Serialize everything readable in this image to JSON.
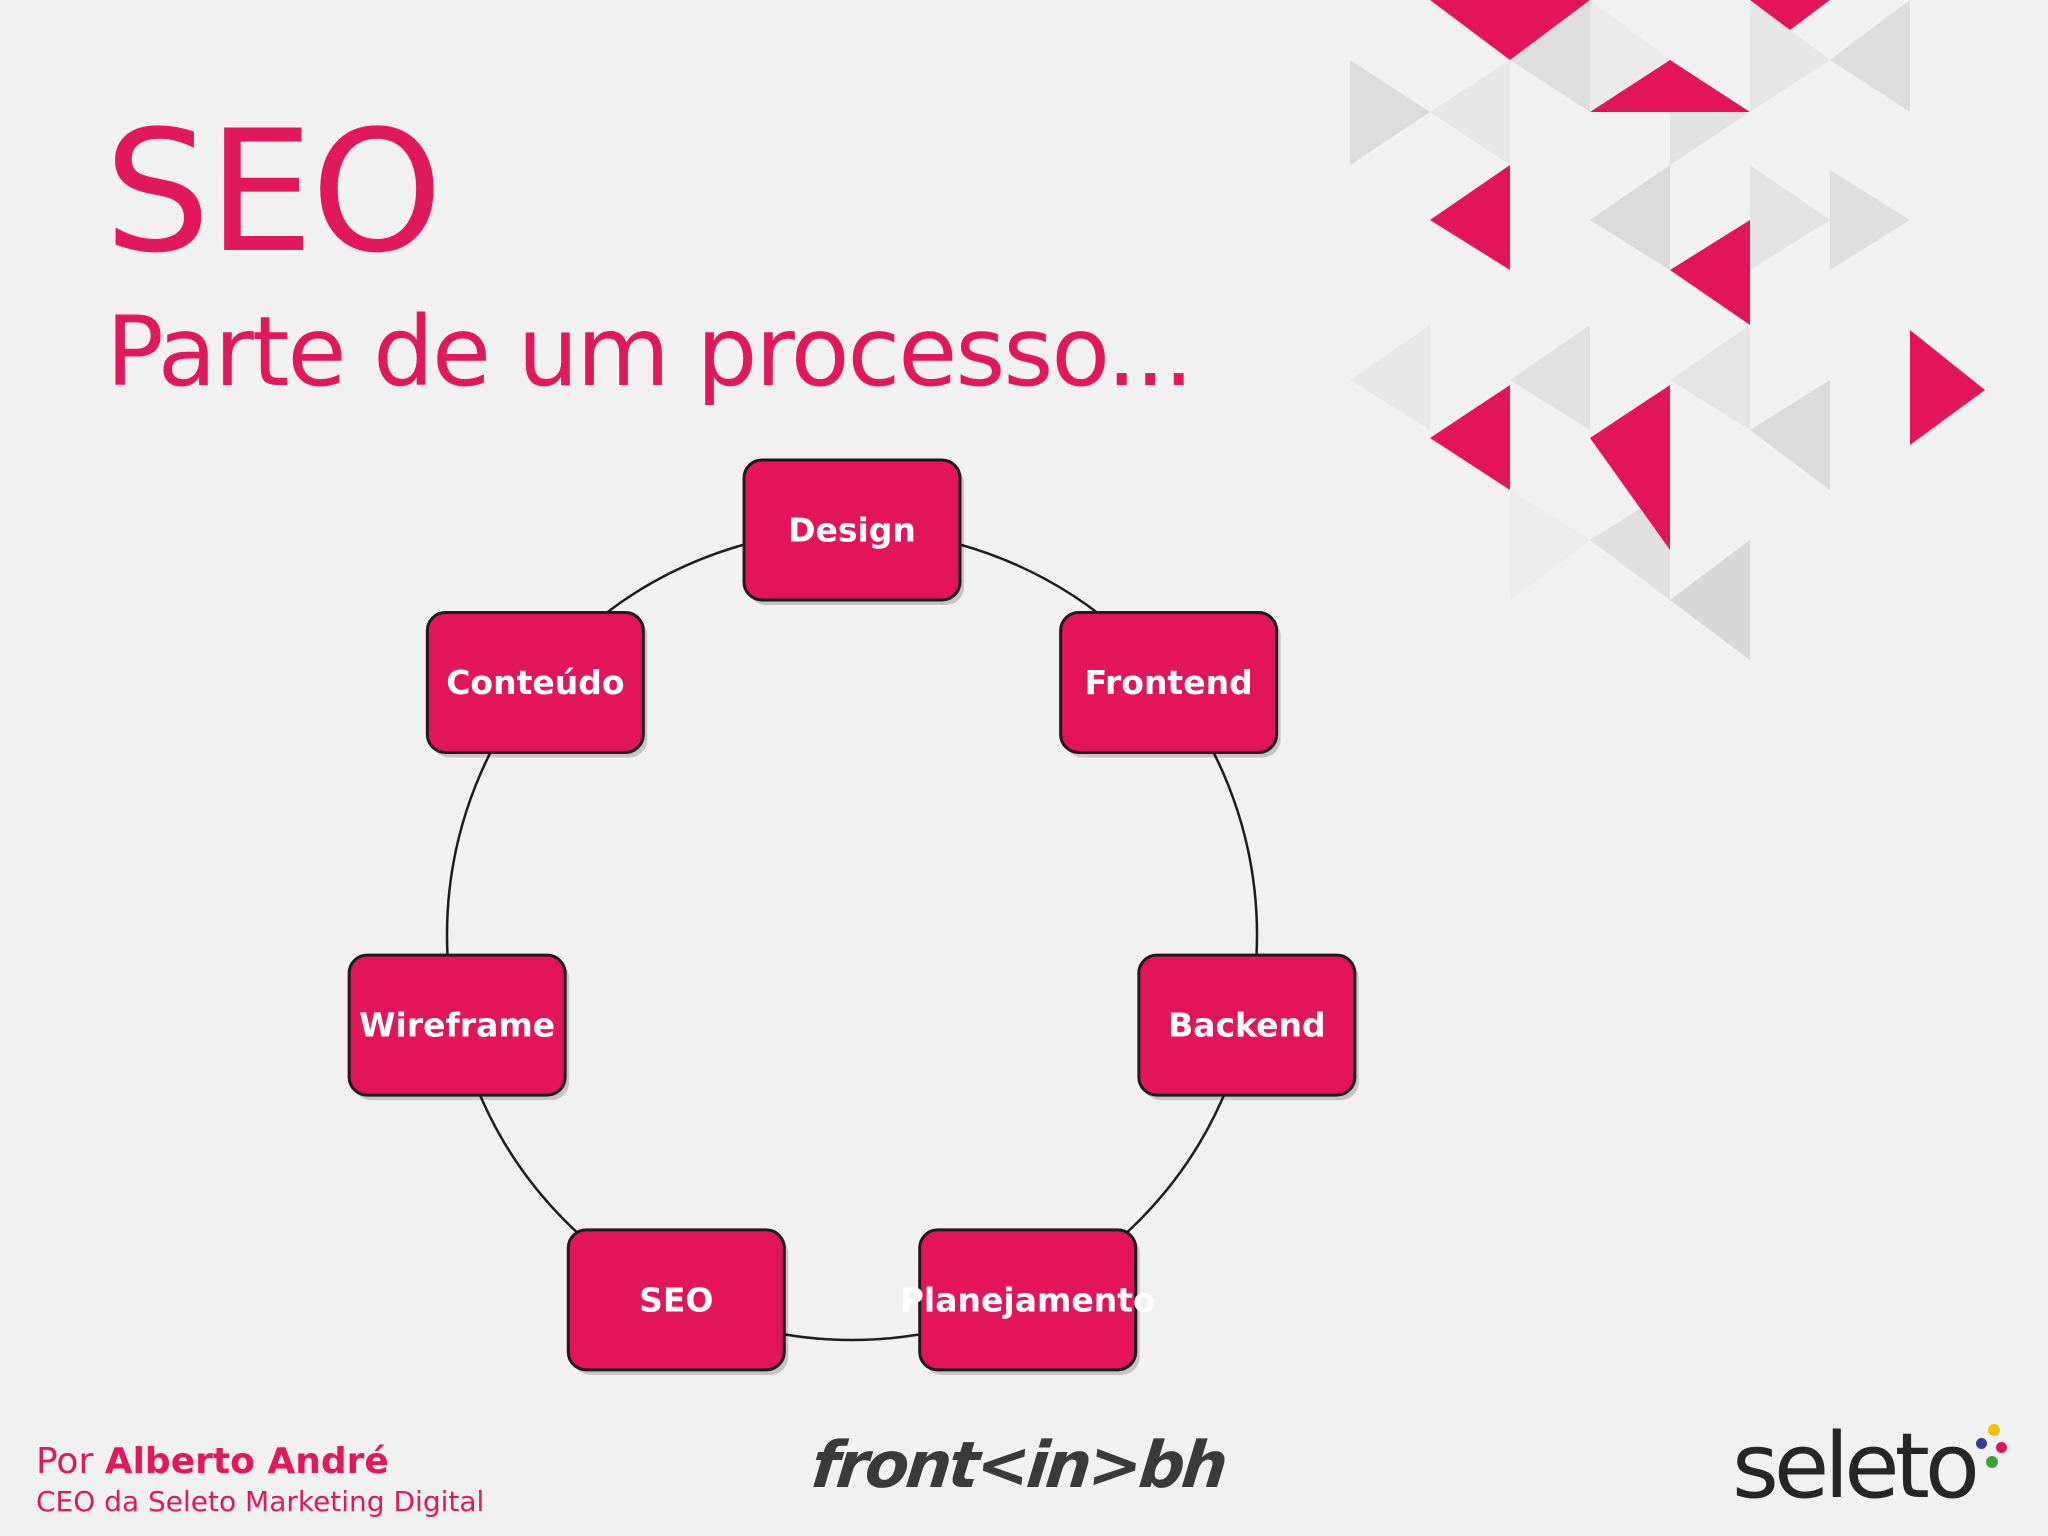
{
  "slide": {
    "title": "SEO",
    "subtitle": "Parte de um processo..."
  },
  "cycle": {
    "nodes": [
      "Design",
      "Frontend",
      "Backend",
      "Planejamento",
      "SEO",
      "Wireframe",
      "Conteúdo"
    ]
  },
  "footer": {
    "author_prefix": "Por",
    "author_name": "Alberto André",
    "author_role": "CEO da Seleto Marketing Digital",
    "center_logo": "front<in>bh",
    "right_logo": "seleto"
  },
  "colors": {
    "accent": "#e2145a",
    "background": "#f2f1f1"
  }
}
